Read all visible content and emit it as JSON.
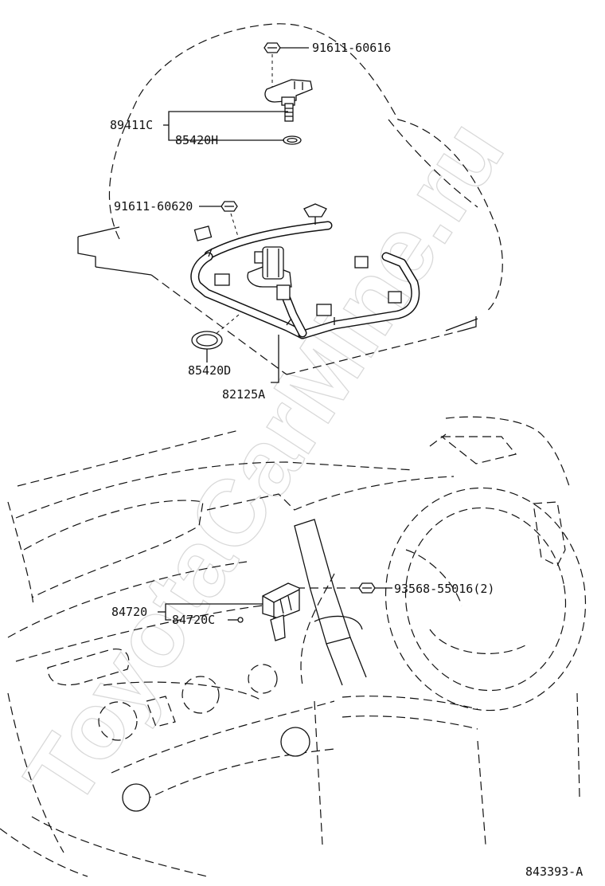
{
  "watermark": "ToyotaCarMine.ru",
  "diagram_code": "843393-A",
  "labels": {
    "p91611_60616": "91611-60616",
    "p89411c": "89411C",
    "p85420h": "85420H",
    "p91611_60620": "91611-60620",
    "p85420d": "85420D",
    "p82125a": "82125A",
    "p84720": "84720",
    "p84720c": "84720C",
    "p93568_55016": "93568-55016(2)"
  }
}
